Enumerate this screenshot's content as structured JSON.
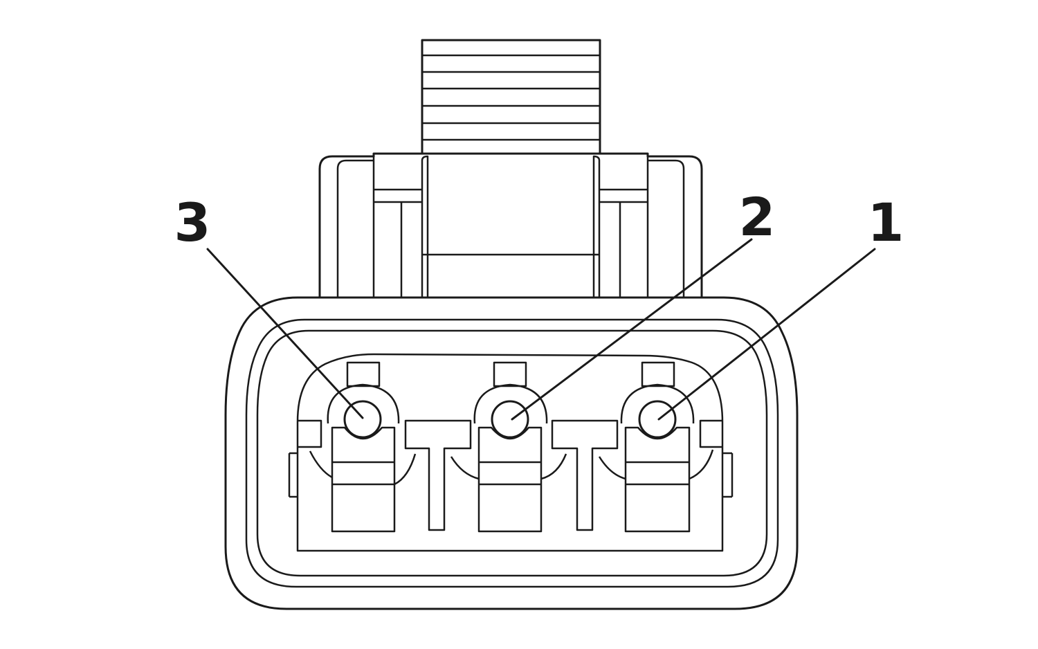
{
  "diagram": {
    "pins": [
      {
        "id": "pin-3",
        "label": "3"
      },
      {
        "id": "pin-2",
        "label": "2"
      },
      {
        "id": "pin-1",
        "label": "1"
      }
    ],
    "colors": {
      "stroke": "#1a1a1a",
      "background": "#ffffff"
    }
  }
}
